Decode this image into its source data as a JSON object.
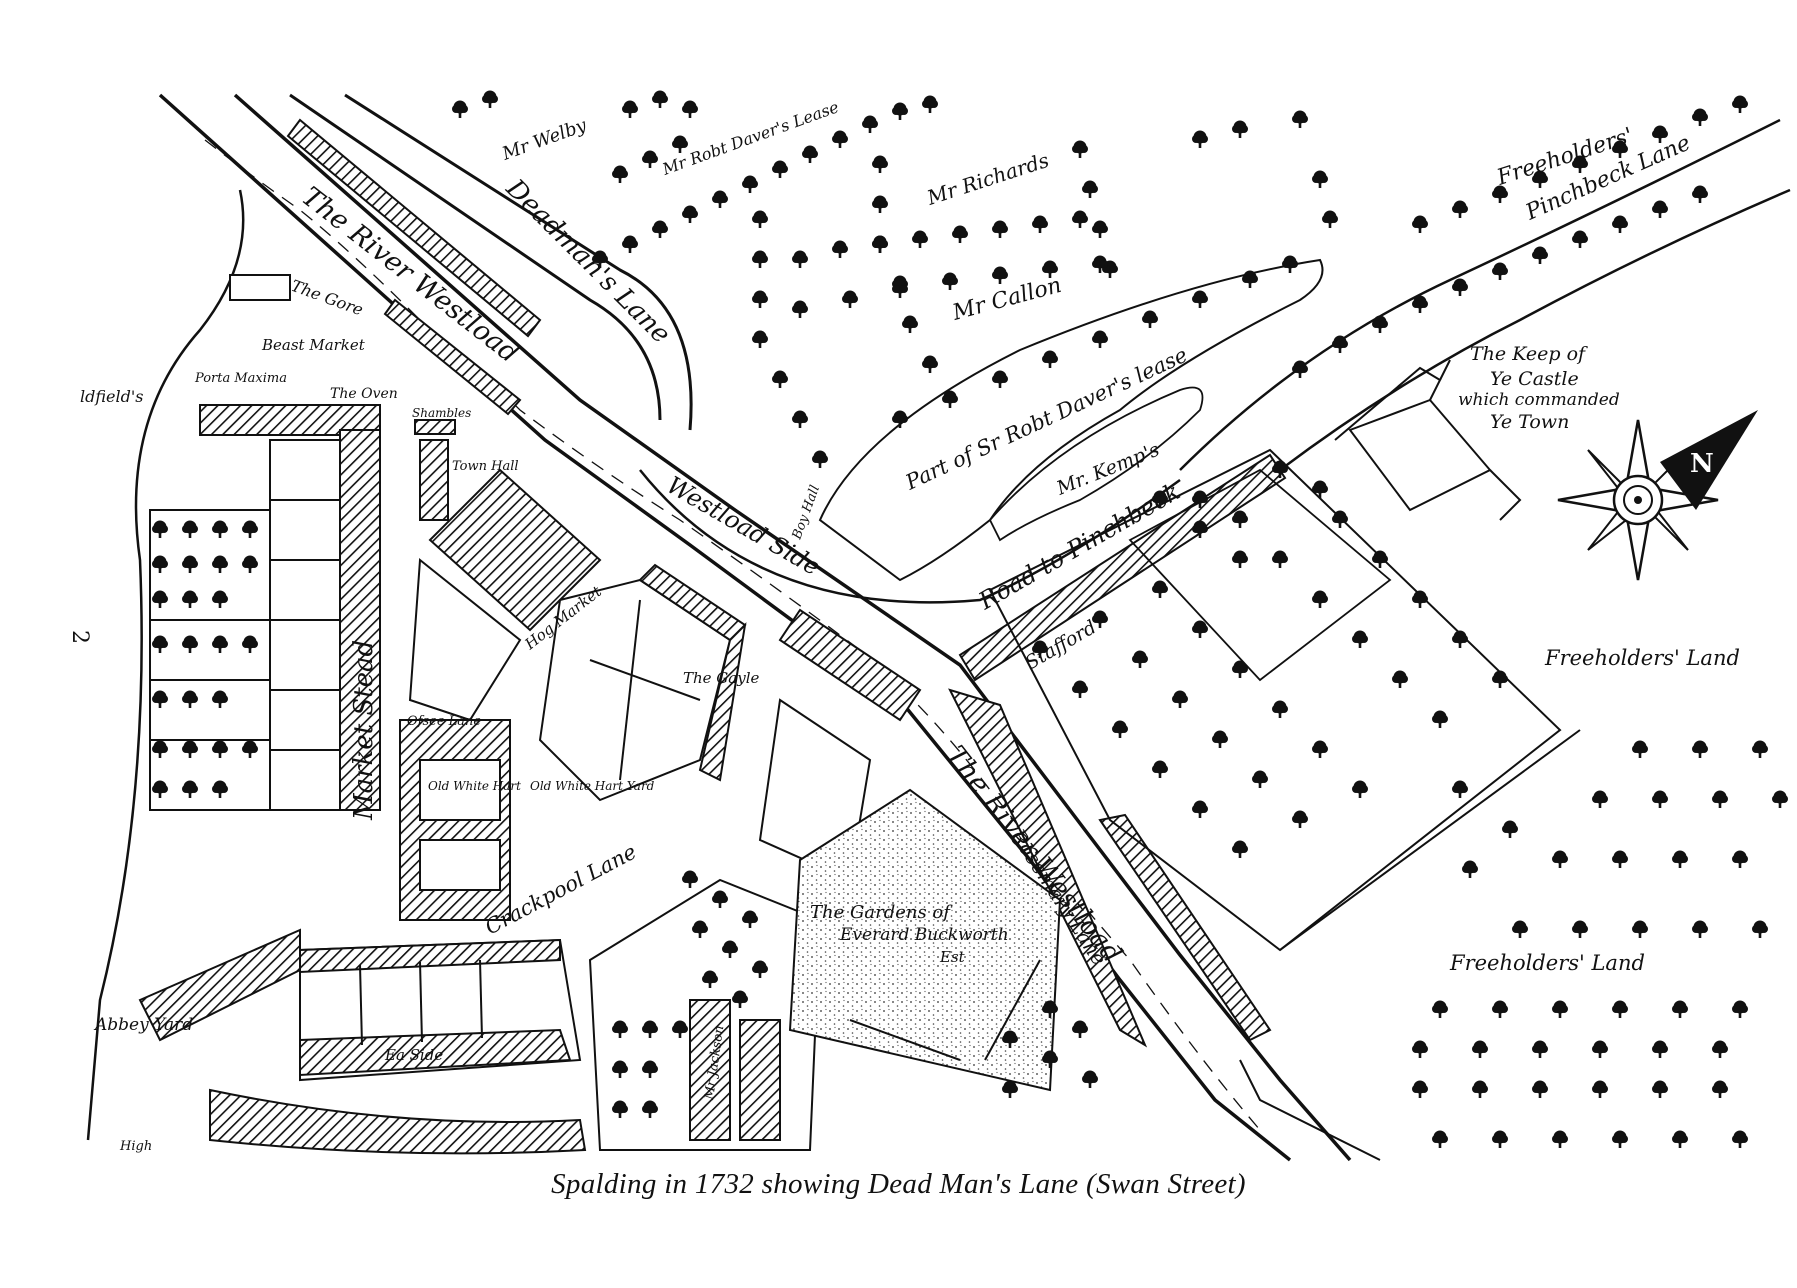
{
  "caption": "Spalding in 1732 showing Dead Man's Lane (Swan Street)",
  "margin_marks": {
    "left_digit": "2"
  },
  "labels": {
    "river_westload_upper": "The River Westload",
    "river_westload_lower": "The River Westload",
    "deadmans_lane": "Deadman's Lane",
    "westload_side": "Westload Side",
    "road_to_pinchbeck": "Road to Pinchbeck",
    "pinchbeck_lane": "Pinchbeck Lane",
    "rosemary_lane": "Rosemary Lane",
    "crackpool_lane": "Crackpool Lane",
    "market_stead": "Market Stead",
    "mr_welby": "Mr Welby",
    "mr_robt_daver_lease": "Mr Robt Daver's Lease",
    "mr_richards": "Mr Richards",
    "mr_callon": "Mr Callon",
    "part_of_robt_daver": "Part of Sr Robt Daver's lease",
    "mr_kemps": "Mr. Kemp's",
    "freeholders_top": "Freeholders'",
    "freeholders_land_right": "Freeholders' Land",
    "freeholders_land_lower": "Freeholders' Land",
    "keep_of_castle_1": "The Keep of",
    "keep_of_castle_2": "Ye Castle",
    "keep_of_castle_3": "which commanded",
    "keep_of_castle_4": "Ye Town",
    "beast_market": "Beast Market",
    "the_gore": "The Gore",
    "porta_maxima": "Porta Maxima",
    "the_oven": "The Oven",
    "shambles": "Shambles",
    "town_hall": "Town Hall",
    "hog_market": "Hog Market",
    "the_gayle": "The Gayle",
    "ofsee_lane": "Ofsee Lane",
    "old_white_hart": "Old White Hart",
    "old_white_hart_yard": "Old White Hart Yard",
    "gardens_of_everard": "The Gardens of",
    "gardens_of_everard_2": "Everard Buckworth",
    "gardens_of_everard_3": "Est",
    "stafford": "Stafford",
    "abbey_yard": "Abbey Yard",
    "oldfields": "ldfield's",
    "high": "High",
    "ea_side": "Ea Side",
    "boy_hall": "Boy Hall",
    "mr_jackson": "Mr Jackson",
    "compass_n": "N"
  }
}
